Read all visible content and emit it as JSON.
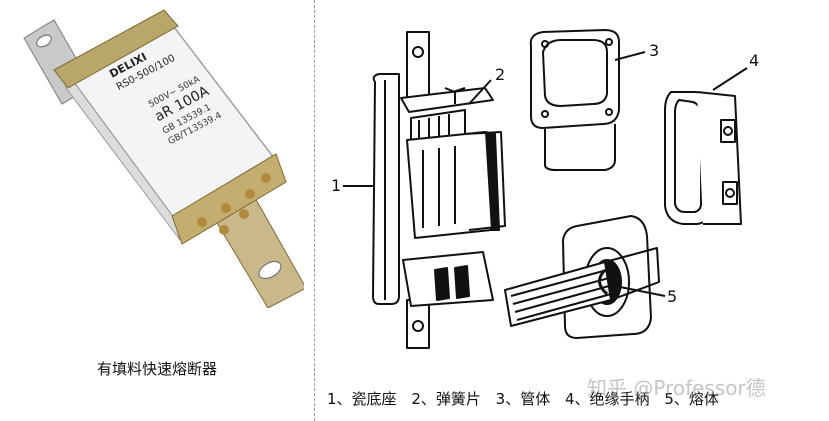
{
  "left_panel": {
    "caption": "有填料快速熔断器",
    "fuse_labels": {
      "brand": "DELIXI",
      "model": "RS0-500/100",
      "ratings": "500V~ 50kA",
      "current": "aR 100A",
      "standard_1": "GB 13539.1",
      "standard_2": "GB/T13539.4"
    }
  },
  "right_panel": {
    "callouts": [
      "1",
      "2",
      "3",
      "4",
      "5"
    ],
    "legend": [
      "1、瓷底座",
      "2、弹簧片",
      "3、管体",
      "4、绝缘手柄",
      "5、熔体"
    ]
  },
  "watermark": {
    "site": "知乎",
    "author": "@Professor德"
  }
}
